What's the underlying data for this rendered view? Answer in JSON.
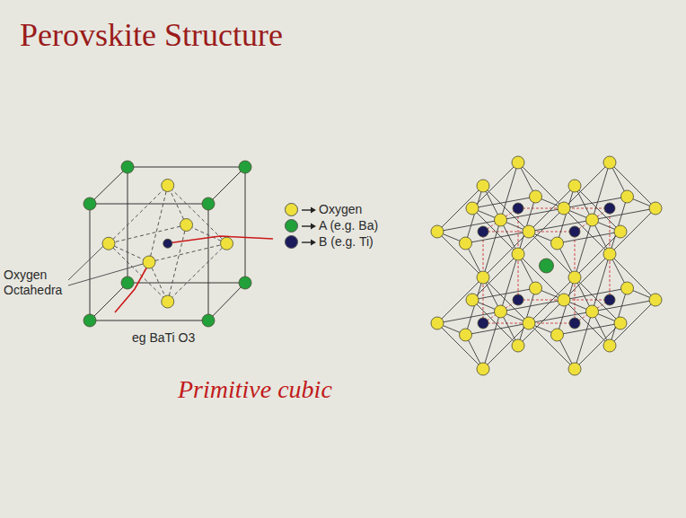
{
  "diagram": {
    "title": "Perovskite Structure",
    "labels": [
      "Oxygen Octahedra",
      "eg BaTi O3",
      "Primitive cubic"
    ],
    "legend": [
      {
        "text": "Oxygen",
        "color": "#efe03c"
      },
      {
        "text": "A (e.g. Ba)",
        "color": "#22a03a"
      },
      {
        "text": "B (e.g. Ti)",
        "color": "#1b1b5c"
      }
    ]
  }
}
